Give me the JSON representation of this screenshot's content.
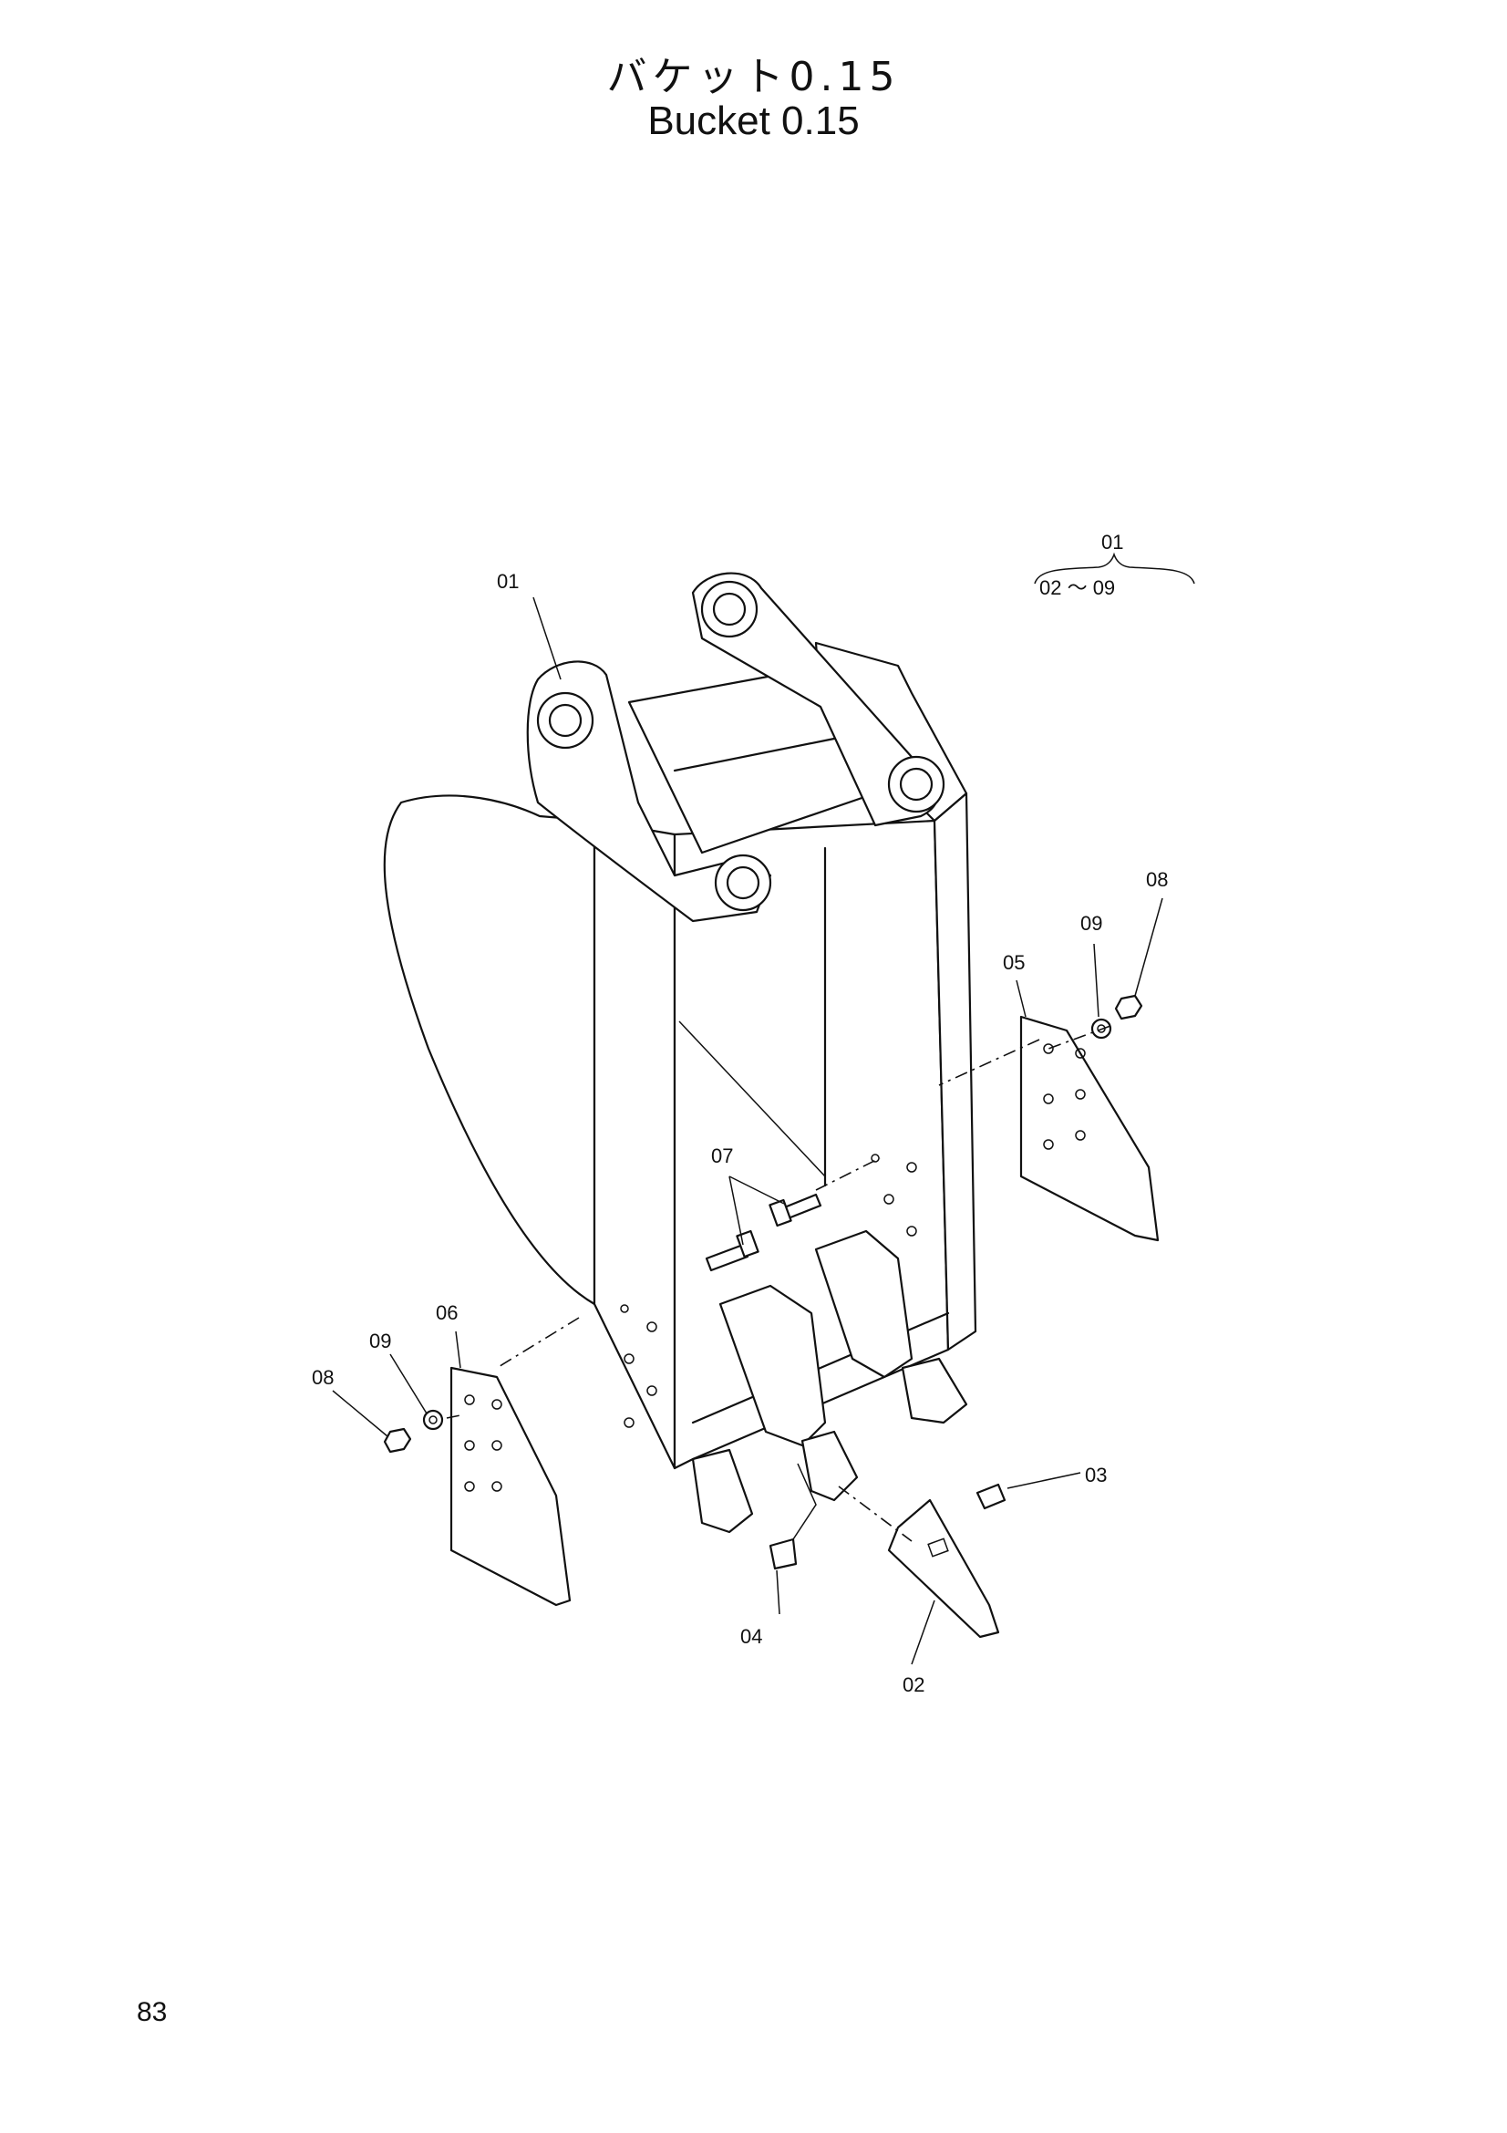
{
  "title": {
    "japanese": "バケット0.15",
    "english": "Bucket 0.15"
  },
  "assembly_note": {
    "top": "01",
    "range": "02 〜 09"
  },
  "callouts": {
    "c01": "01",
    "c02": "02",
    "c03": "03",
    "c04": "04",
    "c05": "05",
    "c06": "06",
    "c07": "07",
    "c08_right": "08",
    "c09_right": "09",
    "c08_left": "08",
    "c09_left": "09"
  },
  "page_number": "83"
}
